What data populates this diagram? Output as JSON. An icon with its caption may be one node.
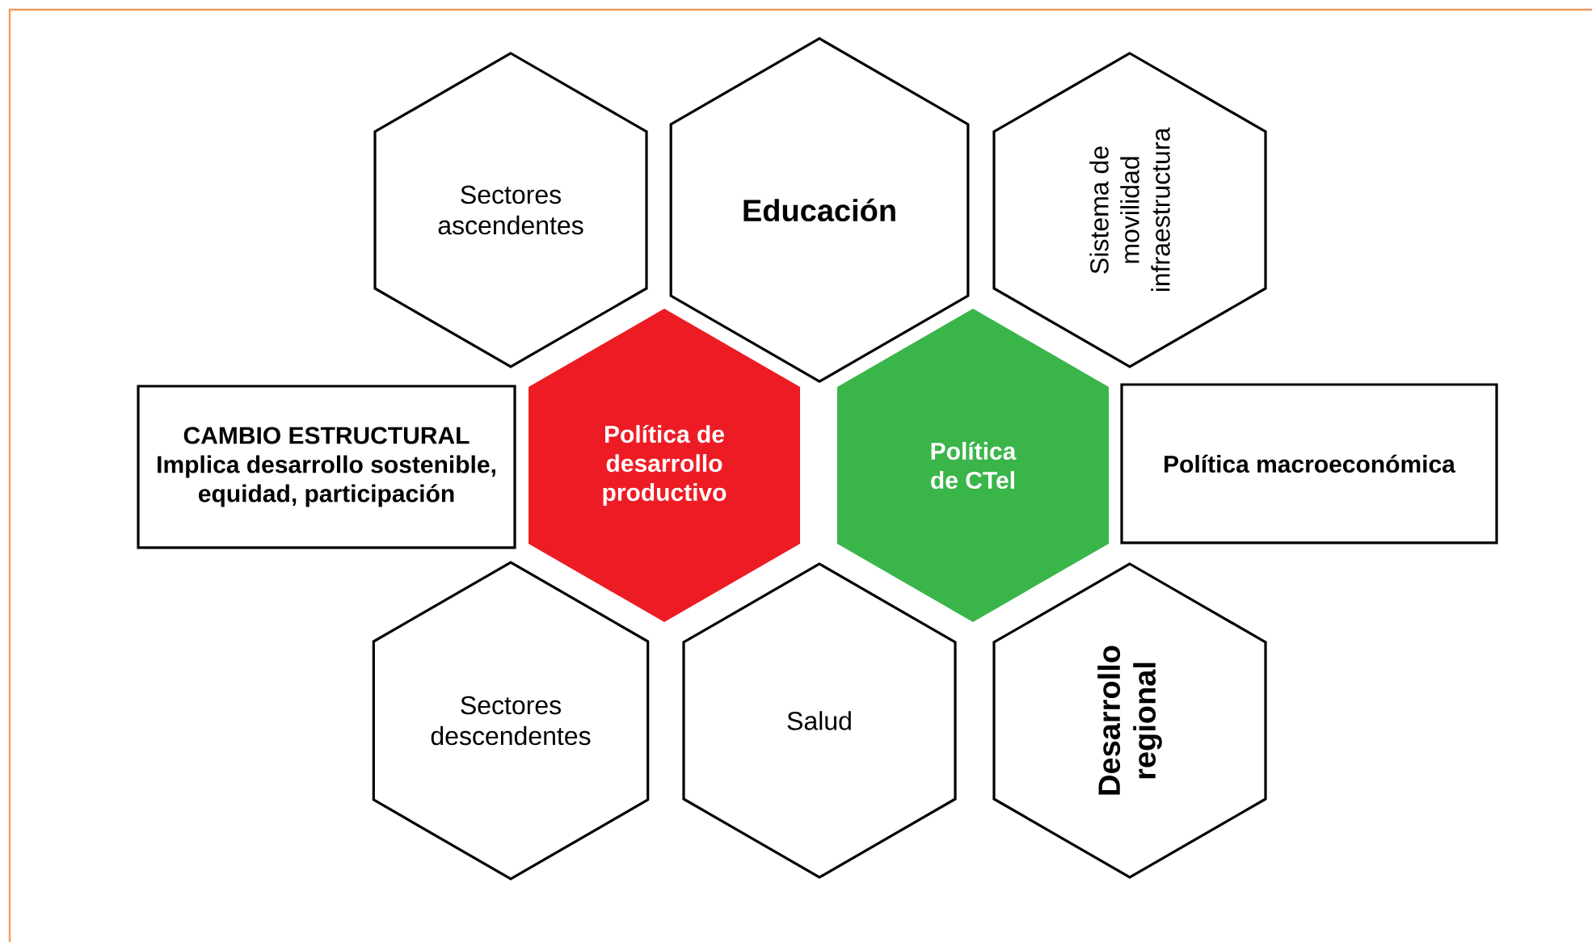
{
  "diagram": {
    "nodes": [
      {
        "text": [
          "Sectores ascendentes"
        ]
      },
      {
        "text": [
          "Educación"
        ]
      },
      {
        "text": [
          "Sistema de movilidad infraestructura"
        ]
      },
      {
        "text": [
          "CAMBIO ESTRUCTURAL",
          "Implica desarrollo sostenible, equidad, participación"
        ]
      },
      {
        "text": [
          "Política de desarrollo productivo"
        ]
      },
      {
        "text": [
          "Política de CTel"
        ]
      },
      {
        "text": [
          "Política macroeconómica"
        ]
      },
      {
        "text": [
          "Sectores descendentes"
        ]
      },
      {
        "text": [
          "Salud"
        ]
      },
      {
        "text": [
          "Desarrollo regional"
        ]
      }
    ]
  }
}
